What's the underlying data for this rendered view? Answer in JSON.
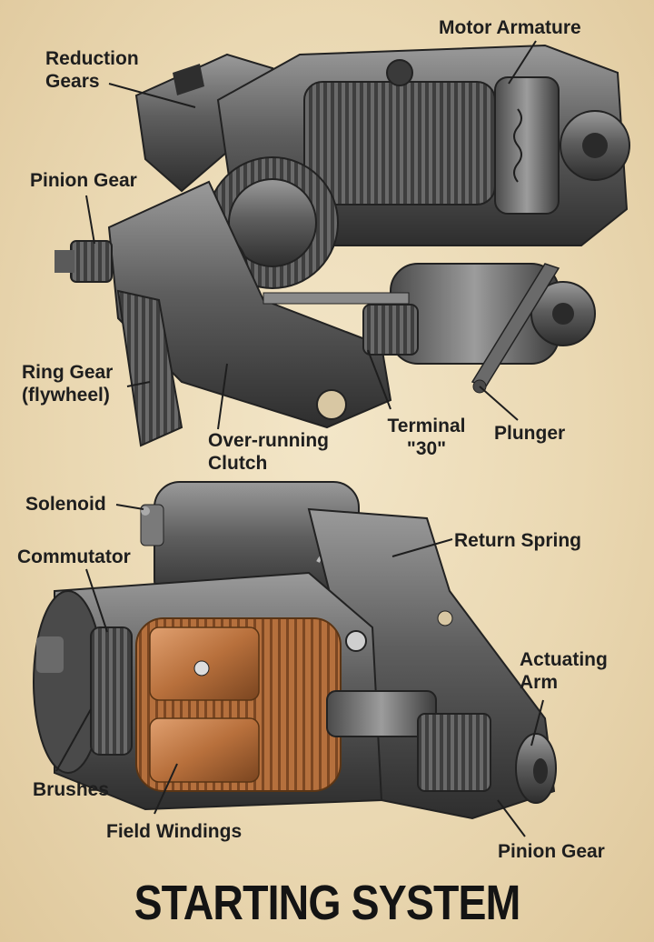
{
  "title": "STARTING SYSTEM",
  "labels": {
    "motor_armature": "Motor Armature",
    "reduction_gears": "Reduction Gears",
    "pinion_gear_top": "Pinion Gear",
    "ring_gear": "Ring Gear (flywheel)",
    "over_running_clutch": "Over-running Clutch",
    "terminal_30": "Terminal \"30\"",
    "plunger": "Plunger",
    "solenoid": "Solenoid",
    "commutator": "Commutator",
    "return_spring": "Return Spring",
    "actuating_arm": "Actuating Arm",
    "brushes": "Brushes",
    "field_windings": "Field Windings",
    "pinion_gear_bottom": "Pinion Gear"
  },
  "colors": {
    "background": "#ead8b2",
    "metal_dark": "#3a3a3a",
    "metal_mid": "#6e6e6e",
    "metal_light": "#a8a8a8",
    "copper": "#c07a45",
    "text": "#1e1e1e"
  }
}
